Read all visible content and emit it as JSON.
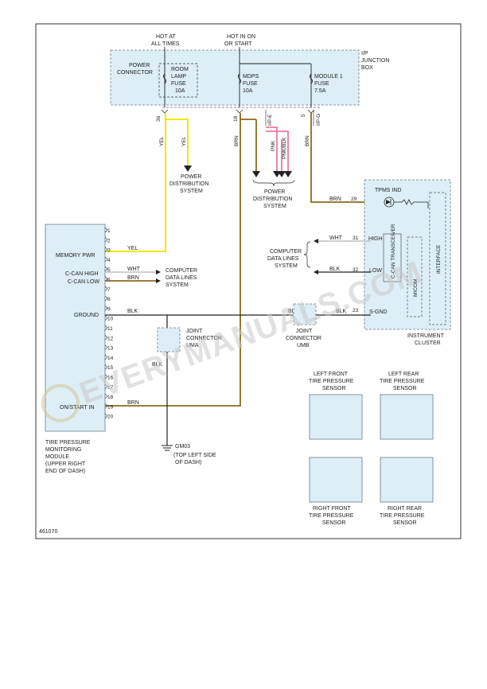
{
  "diagram_id": "461070",
  "watermark": "EVERYMANUALS.COM",
  "top_sources": {
    "hot_all_times": [
      "HOT AT",
      "ALL TIMES"
    ],
    "hot_run_start": [
      "HOT IN ON",
      "OR START"
    ]
  },
  "junction_box": {
    "name": [
      "I/P",
      "JUNCTION",
      "BOX"
    ],
    "power_connector": [
      "POWER",
      "CONNECTOR"
    ],
    "fuses": [
      {
        "lines": [
          "ROOM",
          "LAMP",
          "FUSE",
          "10A"
        ]
      },
      {
        "lines": [
          "MDPS",
          "FUSE",
          "10A"
        ]
      },
      {
        "lines": [
          "MODULE 1",
          "FUSE",
          "7.5A"
        ]
      }
    ],
    "pins": [
      "36",
      "18",
      "5"
    ],
    "connector_labels": [
      "I/P-E",
      "I/P-G"
    ]
  },
  "wires": {
    "yel_1": "YEL",
    "yel_2": "YEL",
    "brn_main": "BRN",
    "brn_pd": "BRN",
    "pnk": "PNK",
    "pnk_blk": "PNK/BLK",
    "brn_cluster": "BRN",
    "brn_29": "BRN",
    "wht_31": "WHT",
    "blk_32": "BLK",
    "blk_ground": "BLK",
    "blk_uma": "BLK",
    "blk_umb": "BLK",
    "blk_23": "BLK",
    "yel_pwr": "YEL",
    "wht_can": "WHT",
    "brn_can": "BRN",
    "brn_ign": "BRN"
  },
  "power_distribution_1": [
    "POWER",
    "DISTRIBUTION",
    "SYSTEM"
  ],
  "power_distribution_2": [
    "POWER",
    "DISTRIBUTION",
    "SYSTEM"
  ],
  "computer_data_lines_left": [
    "COMPUTER",
    "DATA LINES",
    "SYSTEM"
  ],
  "computer_data_lines_right": [
    "COMPUTER",
    "DATA LINES",
    "SYSTEM"
  ],
  "tpms_module": {
    "labels": {
      "memory_pwr": "MEMORY PWR",
      "can_high": "C-CAN HIGH",
      "can_low": "C-CAN LOW",
      "ground": "GROUND",
      "on_start_in": "ON/START IN"
    },
    "pin_numbers": [
      "1",
      "2",
      "3",
      "4",
      "5",
      "6",
      "7",
      "8",
      "9",
      "10",
      "11",
      "12",
      "13",
      "14",
      "15",
      "16",
      "17",
      "18",
      "19",
      "20"
    ],
    "name": [
      "TIRE PRESSURE",
      "MONITORING",
      "MODULE",
      "(UPPER RIGHT",
      "END OF DASH)"
    ]
  },
  "instrument_cluster": {
    "name": [
      "INSTRUMENT",
      "CLUSTER"
    ],
    "tpms_ind": "TPMS IND",
    "pins": [
      "29",
      "31",
      "32",
      "23"
    ],
    "high": "HIGH",
    "low": "LOW",
    "s_gnd": "S-GND",
    "transceiver": "C-CAN TRANSCEIVER",
    "micom": "MICOM",
    "interface": "INTERFACE"
  },
  "joint_uma": [
    "JOINT",
    "CONNECTOR",
    "UMA"
  ],
  "joint_umb": [
    "JOINT",
    "CONNECTOR",
    "UMB"
  ],
  "ground_point": [
    "GM03",
    "(TOP LEFT SIDE",
    "OF DASH)"
  ],
  "sensors": [
    {
      "lines": [
        "LEFT FRONT",
        "TIRE PRESSURE",
        "SENSOR"
      ]
    },
    {
      "lines": [
        "LEFT REAR",
        "TIRE PRESSURE",
        "SENSOR"
      ]
    },
    {
      "lines": [
        "RIGHT FRONT",
        "TIRE PRESSURE",
        "SENSOR"
      ]
    },
    {
      "lines": [
        "RIGHT REAR",
        "TIRE PRESSURE",
        "SENSOR"
      ]
    }
  ],
  "colors": {
    "yel": "#f2e600",
    "brn": "#8a6a1e",
    "pnk": "#e87aa8",
    "blk": "#222222",
    "wht": "#c8c8c8",
    "box_fill": "#ddeef6",
    "box_stroke": "#6a7a86"
  }
}
